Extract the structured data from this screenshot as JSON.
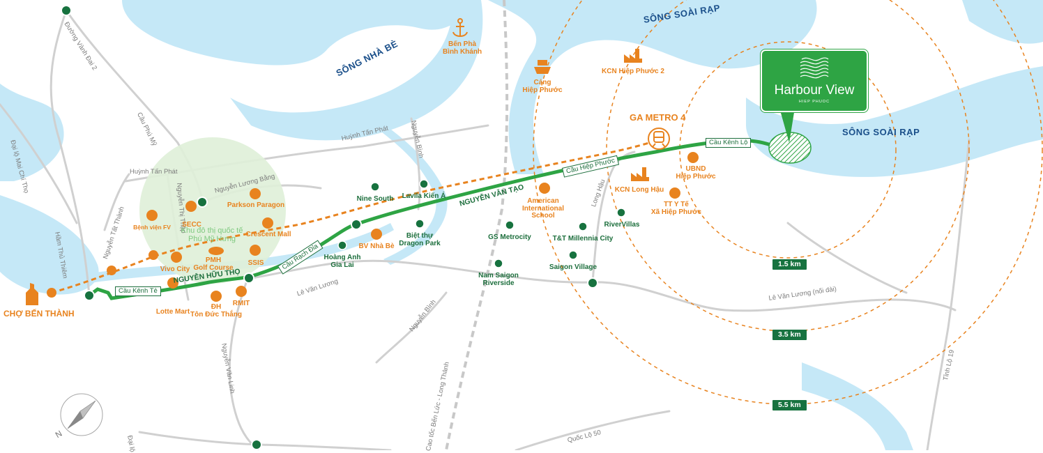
{
  "colors": {
    "water": "#c5e8f7",
    "road": "#d0d0d0",
    "green": "#2ea444",
    "dark_green": "#1c6e3c",
    "orange": "#e8831f",
    "zone": "#dff0d8"
  },
  "brand": {
    "title": "Harbour View",
    "subtitle": "HIEP PHUOC",
    "logo_icon": "waves-logo-icon"
  },
  "rivers": {
    "nha_be": "SÔNG NHÀ BÈ",
    "soai_rap_top": "SÔNG SOÀI RẠP",
    "soai_rap_right": "SÔNG SOÀI RẠP"
  },
  "roads": {
    "vanh_dai_2": "Đường Vành Đai 2",
    "cau_phu_my": "Cầu Phú Mỹ",
    "mai_chi_tho": "Đại lộ Mai Chí Thọ",
    "huynh_tan_phat_1": "Huỳnh Tấn Phát",
    "huynh_tan_phat_2": "Huỳnh Tấn Phát",
    "nguyen_luong_bang": "Nguyễn Lương Bằng",
    "nguyen_thi_thap": "Nguyễn Thị Thập",
    "nguyen_tat_thanh": "Nguyễn Tất Thành",
    "ham_thu_thiem": "Hầm Thủ Thiêm",
    "nguyen_binh_1": "Nguyễn Bình",
    "nguyen_binh_2": "Nguyễn Bình",
    "le_van_luong": "Lê Văn Lương",
    "le_van_luong_ext": "Lê Văn Lương (nối dài)",
    "long_hau": "Long Hậu",
    "nguyen_van_linh": "Nguyễn Văn Linh",
    "ben_luc_long_thanh": "Cao tốc Bến Lức - Long Thành",
    "tinh_lo_19": "Tỉnh Lộ 19",
    "quoc_lo_50": "Quốc Lộ 50",
    "dai_lo_bottom": "Đại lộ"
  },
  "highways": {
    "nguyen_huu_tho": "NGUYỄN HỮU THỌ",
    "nguyen_van_tao": "NGUYỄN VĂN TẠO"
  },
  "bridges": {
    "kenh_te": "Cầu Kênh Tẻ",
    "rach_dia": "Cầu Rạch Đỉa",
    "hiep_phuoc": "Cầu Hiệp Phước",
    "kenh_lo": "Cầu Kênh Lộ"
  },
  "metro": {
    "label": "GA METRO 4",
    "icon": "train-icon"
  },
  "ben_thanh": {
    "label": "CHỢ BẾN THÀNH",
    "icon": "market-icon"
  },
  "zone": {
    "line1": "Khu đô thị quốc tế",
    "line2": "Phú Mỹ Hưng"
  },
  "orange_pois": {
    "ben_pha": "Bến Phà\nBình Khánh",
    "cang": "Cảng\nHiệp Phước",
    "kcn_hp2": "KCN Hiệp Phước 2",
    "kcn_lh": "KCN Long Hậu",
    "ubnd": "UBND\nHiệp Phước",
    "tt_yte": "TT Y Tế\nXã Hiệp Phước",
    "american": "American\nInternational\nSchool",
    "bv_nhabe": "BV Nhà Bè",
    "parkson": "Parkson Paragon",
    "crescent": "Crescent Mall",
    "ssis": "SSIS",
    "rmit": "RMIT",
    "dh_tdt": "ĐH\nTôn Đức Thắng",
    "pmh_golf": "PMH\nGolf Course",
    "vivo": "Vivo City",
    "lotte": "Lotte Mart",
    "secc": "SECC",
    "bv_fv": "Bệnh viện FV"
  },
  "green_pois": {
    "nine_south": "Nine South",
    "lavila": "Lavila Kiến Á",
    "dragon": "Biệt thự\nDragon Park",
    "hoang_anh": "Hoàng Anh\nGia Lai",
    "gs_metro": "GS Metrocity",
    "nam_saigon": "Nam Saigon\nRiverside",
    "tt_millennia": "T&T Millennia City",
    "saigon_village": "Saigon Village",
    "rivervillas": "RiverVillas"
  },
  "radius": {
    "r1": "1.5 km",
    "r2": "3.5 km",
    "r3": "5.5 km"
  },
  "compass": {
    "north": "N",
    "icon": "compass-icon"
  }
}
